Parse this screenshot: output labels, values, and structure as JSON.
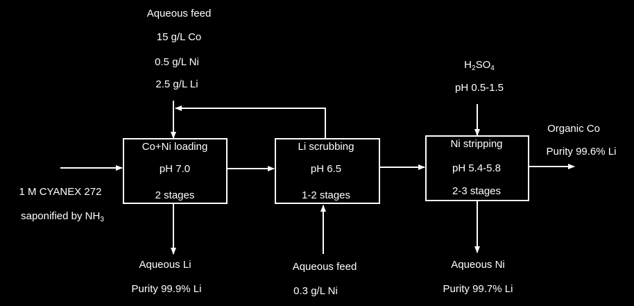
{
  "feed_top": {
    "title": "Aqueous feed",
    "co": "15 g/L Co",
    "ni": "0.5 g/L Ni",
    "li": "2.5 g/L Li"
  },
  "acid": {
    "formula_h": "H",
    "formula_2": "2",
    "formula_so": "SO",
    "formula_4": "4",
    "ph": "pH 0.5-1.5"
  },
  "organic_out": {
    "title": "Organic Co",
    "purity": "Purity 99.6% Li"
  },
  "extractant": {
    "line1": "1 M CYANEX 272",
    "line2_text": "saponified by NH",
    "line2_sub": "3"
  },
  "stages": [
    {
      "title": "Co+Ni loading",
      "ph": "pH 7.0",
      "count": "2 stages"
    },
    {
      "title": "Li scrubbing",
      "ph": "pH 6.5",
      "count": "1-2 stages"
    },
    {
      "title": "Ni stripping",
      "ph": "pH 5.4-5.8",
      "count": "2-3 stages"
    }
  ],
  "out_li": {
    "title": "Aqueous Li",
    "purity": "Purity 99.9% Li"
  },
  "feed_scrub": {
    "title": "Aqueous feed",
    "ni": "0.3 g/L Ni"
  },
  "out_ni": {
    "title": "Aqueous Ni",
    "purity": "Purity 99.7% Li"
  },
  "colors": {
    "background": "#000000",
    "foreground": "#ffffff"
  }
}
